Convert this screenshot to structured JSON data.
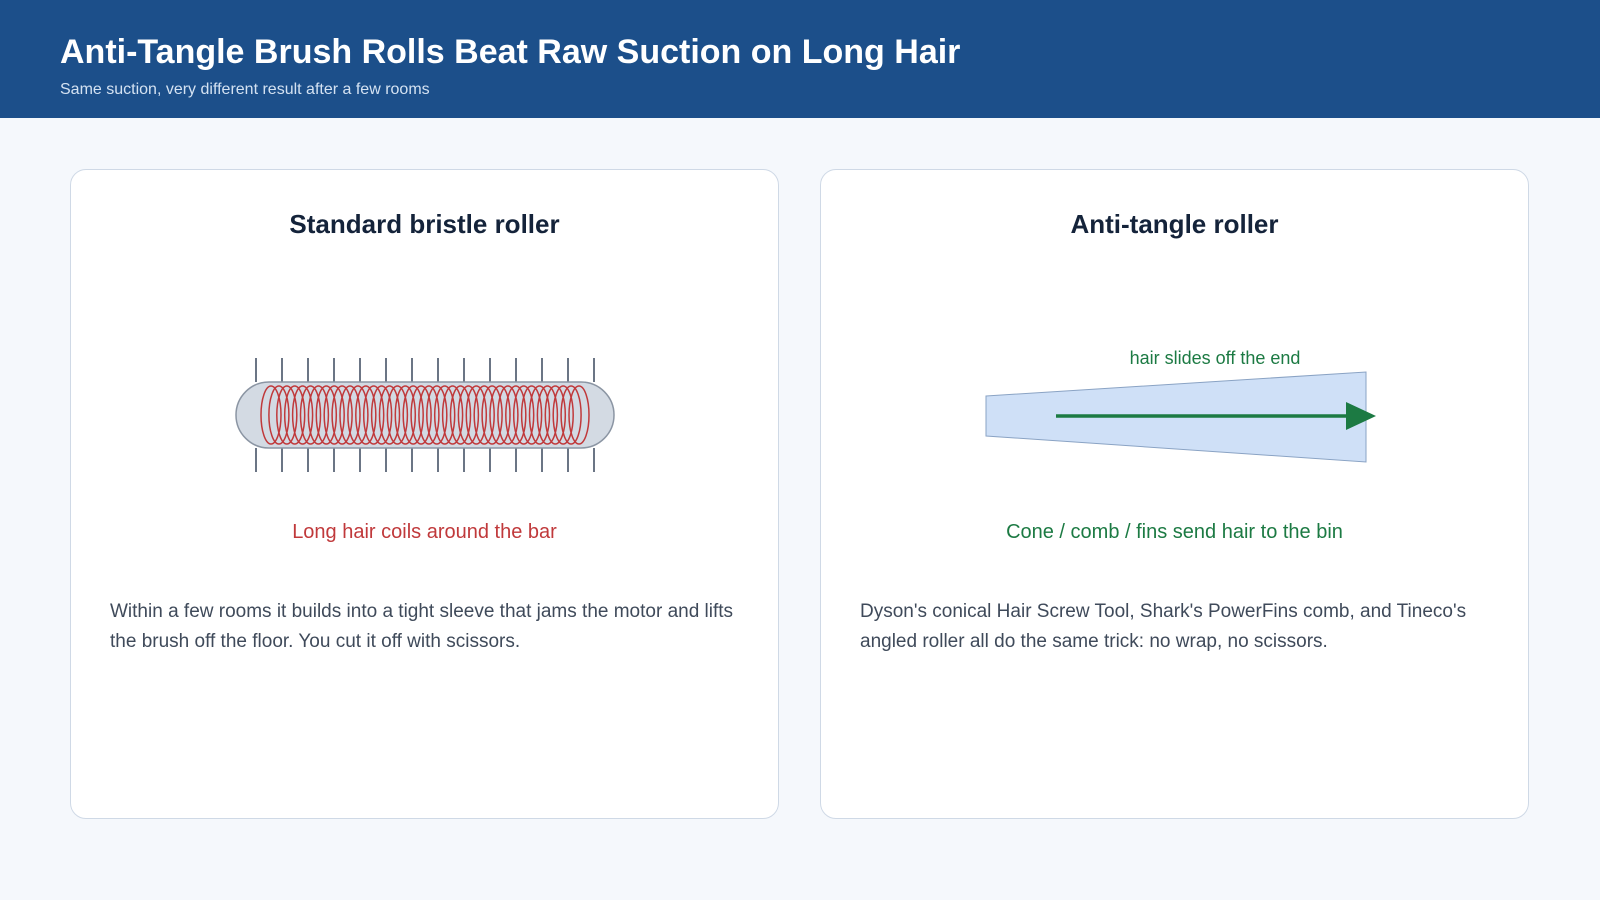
{
  "header": {
    "title": "Anti-Tangle Brush Rolls Beat Raw Suction on Long Hair",
    "subtitle": "Same suction, very different result after a few rooms"
  },
  "cards": [
    {
      "title": "Standard bristle roller",
      "caption": "Long hair coils around the bar",
      "body": "Within a few rooms it builds into a tight sleeve that jams the motor and lifts the brush off the floor. You cut it off with scissors."
    },
    {
      "title": "Anti-tangle roller",
      "annotation": "hair slides off the end",
      "caption": "Cone / comb / fins send hair to the bin",
      "body": "Dyson's conical Hair Screw Tool, Shark's PowerFins comb, and Tineco's angled roller all do the same trick: no wrap, no scissors."
    }
  ],
  "colors": {
    "header_bg": "#1c4f8a",
    "hair_red": "#c0393b",
    "arrow_green": "#1c7a43",
    "cone_fill": "#cfe0f7"
  }
}
